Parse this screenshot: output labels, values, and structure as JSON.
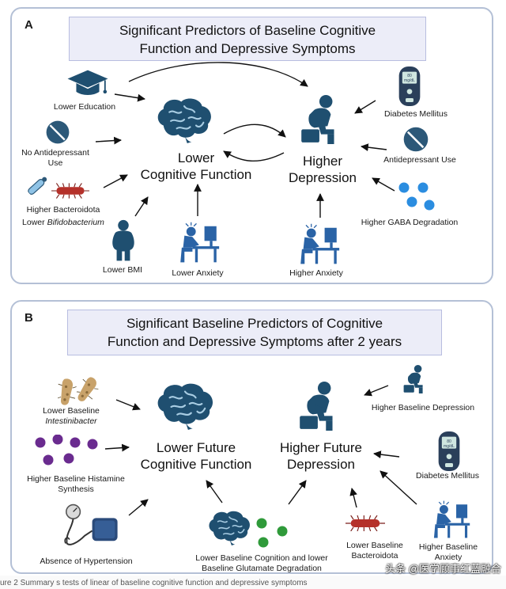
{
  "panel_a": {
    "letter": "A",
    "title_line1": "Significant Predictors of Baseline Cognitive",
    "title_line2": "Function and Depressive Symptoms",
    "center_left_line1": "Lower",
    "center_left_line2": "Cognitive Function",
    "center_right_line1": "Higher",
    "center_right_line2": "Depression",
    "lower_education": "Lower Education",
    "no_antidepressant_line1": "No Antidepressant",
    "no_antidepressant_line2": "Use",
    "higher_bacteroidota": "Higher Bacteroidota",
    "lower_bifido_prefix": "Lower ",
    "lower_bifido_genus": "Bifidobacterium",
    "lower_bmi": "Lower BMI",
    "lower_anxiety": "Lower Anxiety",
    "higher_anxiety": "Higher Anxiety",
    "diabetes": "Diabetes Mellitus",
    "antidepressant_use": "Antidepressant Use",
    "gaba": "Higher GABA Degradation",
    "glucometer_value": "80",
    "glucometer_unit": "mg/dL"
  },
  "panel_b": {
    "letter": "B",
    "title_line1": "Significant Baseline Predictors of Cognitive",
    "title_line2": "Function and Depressive Symptoms after 2 years",
    "center_left_line1": "Lower Future",
    "center_left_line2": "Cognitive Function",
    "center_right_line1": "Higher Future",
    "center_right_line2": "Depression",
    "intestini_line1": "Lower Baseline",
    "intestini_line2": "Intestinibacter",
    "histamine_line1": "Higher Baseline Histamine",
    "histamine_line2": "Synthesis",
    "hypertension": "Absence of Hypertension",
    "glutamate_line1": "Lower Baseline Cognition and lower",
    "glutamate_line2": "Baseline Glutamate Degradation",
    "bacteroidota_line1": "Lower Baseline",
    "bacteroidota_line2": "Bacteroidota",
    "anxiety_line1": "Higher Baseline",
    "anxiety_line2": "Anxiety",
    "diabetes": "Diabetes Mellitus",
    "baseline_depression": "Higher Baseline Depression",
    "glucometer_value": "80",
    "glucometer_unit": "mg/dL"
  },
  "footer": {
    "text": "ure 2 Summary s  tests of linear   of baseline cognitive function and depressive symptoms"
  },
  "watermark": "头条 @医学顾事红蓝融合"
}
